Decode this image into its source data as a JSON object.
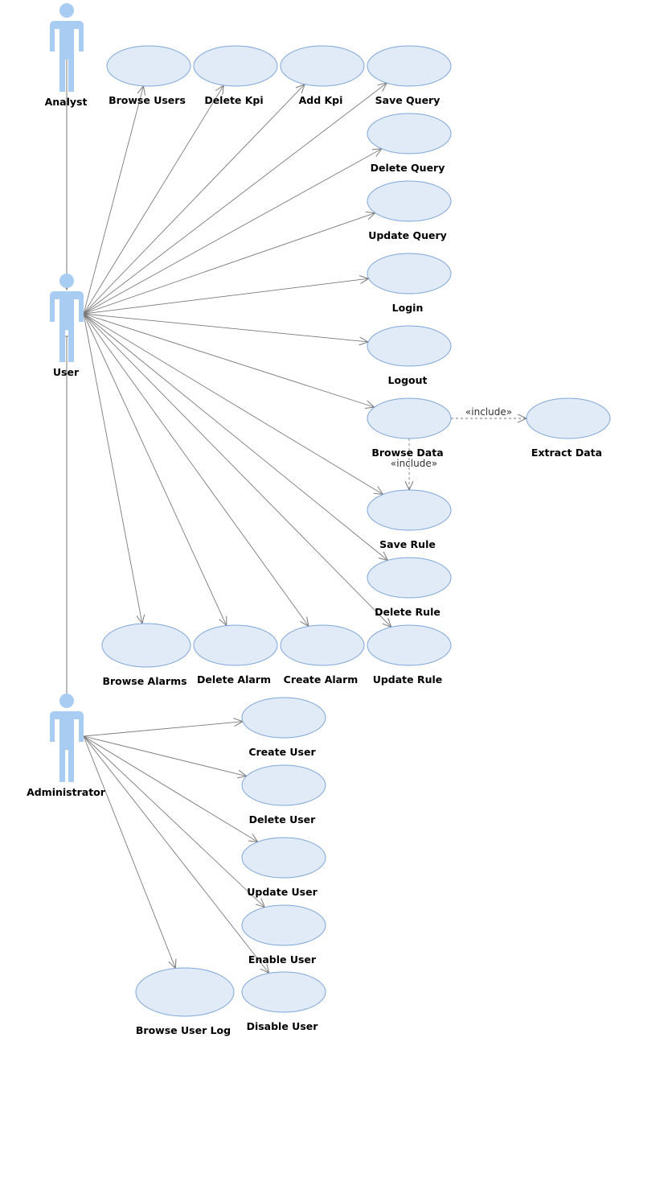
{
  "diagram": {
    "colors": {
      "usecase_fill": "#e1ebf7",
      "usecase_stroke": "#7ea6d8",
      "actor_fill": "#a9cdf2",
      "line": "#7a7a7a",
      "text": "#000000"
    },
    "actors": [
      {
        "id": "analyst",
        "label": "Analyst"
      },
      {
        "id": "user",
        "label": "User"
      },
      {
        "id": "administrator",
        "label": "Administrator"
      }
    ],
    "use_cases": [
      {
        "id": "browse-users",
        "label": "Browse Users"
      },
      {
        "id": "delete-kpi",
        "label": "Delete Kpi"
      },
      {
        "id": "add-kpi",
        "label": "Add Kpi"
      },
      {
        "id": "save-query",
        "label": "Save Query"
      },
      {
        "id": "delete-query",
        "label": "Delete Query"
      },
      {
        "id": "update-query",
        "label": "Update Query"
      },
      {
        "id": "login",
        "label": "Login"
      },
      {
        "id": "logout",
        "label": "Logout"
      },
      {
        "id": "browse-data",
        "label": "Browse Data"
      },
      {
        "id": "extract-data",
        "label": "Extract Data"
      },
      {
        "id": "save-rule",
        "label": "Save Rule"
      },
      {
        "id": "delete-rule",
        "label": "Delete Rule"
      },
      {
        "id": "update-rule",
        "label": "Update Rule"
      },
      {
        "id": "browse-alarms",
        "label": "Browse Alarms"
      },
      {
        "id": "delete-alarm",
        "label": "Delete Alarm"
      },
      {
        "id": "create-alarm",
        "label": "Create Alarm"
      },
      {
        "id": "create-user",
        "label": "Create User"
      },
      {
        "id": "delete-user",
        "label": "Delete User"
      },
      {
        "id": "update-user",
        "label": "Update User"
      },
      {
        "id": "enable-user",
        "label": "Enable User"
      },
      {
        "id": "disable-user",
        "label": "Disable User"
      },
      {
        "id": "browse-user-log",
        "label": "Browse User Log"
      }
    ],
    "associations": [
      {
        "from": "user",
        "to": "browse-users"
      },
      {
        "from": "user",
        "to": "delete-kpi"
      },
      {
        "from": "user",
        "to": "add-kpi"
      },
      {
        "from": "user",
        "to": "save-query"
      },
      {
        "from": "user",
        "to": "delete-query"
      },
      {
        "from": "user",
        "to": "update-query"
      },
      {
        "from": "user",
        "to": "login"
      },
      {
        "from": "user",
        "to": "logout"
      },
      {
        "from": "user",
        "to": "browse-data"
      },
      {
        "from": "user",
        "to": "save-rule"
      },
      {
        "from": "user",
        "to": "delete-rule"
      },
      {
        "from": "user",
        "to": "update-rule"
      },
      {
        "from": "user",
        "to": "browse-alarms"
      },
      {
        "from": "user",
        "to": "delete-alarm"
      },
      {
        "from": "user",
        "to": "create-alarm"
      },
      {
        "from": "administrator",
        "to": "create-user"
      },
      {
        "from": "administrator",
        "to": "delete-user"
      },
      {
        "from": "administrator",
        "to": "update-user"
      },
      {
        "from": "administrator",
        "to": "enable-user"
      },
      {
        "from": "administrator",
        "to": "disable-user"
      },
      {
        "from": "administrator",
        "to": "browse-user-log"
      }
    ],
    "generalizations": [
      {
        "from": "analyst",
        "to": "user"
      },
      {
        "from": "administrator",
        "to": "user"
      }
    ],
    "includes": [
      {
        "from": "browse-data",
        "to": "extract-data",
        "label": "«include»"
      },
      {
        "from": "browse-data",
        "to": "save-rule",
        "label": "«include»"
      }
    ]
  }
}
